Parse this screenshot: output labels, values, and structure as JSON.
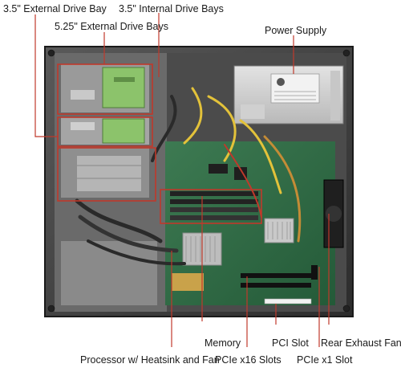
{
  "labels": {
    "ext35": "3.5\" External Drive Bay",
    "int35": "3.5\" Internal Drive Bays",
    "ext525": "5.25\" External Drive Bays",
    "psu": "Power Supply",
    "memory": "Memory",
    "pci": "PCI Slot",
    "rear_fan": "Rear Exhaust Fan",
    "processor": "Processor w/ Heatsink and Fan",
    "pcie16": "PCIe x16 Slots",
    "pcie1": "PCIe x1 Slot"
  },
  "colors": {
    "callout": "#c0392b",
    "chassis": "#3a3a3a",
    "board": "#2f6b45",
    "drive_bracket": "#8cc36b"
  }
}
